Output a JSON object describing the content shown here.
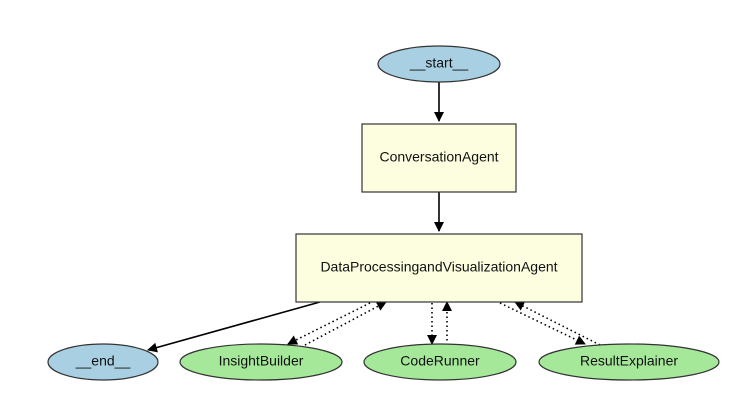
{
  "graph": {
    "nodes": {
      "start": {
        "label": "__start__",
        "shape": "ellipse",
        "fill": "#a9d0e2"
      },
      "conversation_agent": {
        "label": "ConversationAgent",
        "shape": "box",
        "fill": "#fdfde0"
      },
      "data_agent": {
        "label": "DataProcessingandVisualizationAgent",
        "shape": "box",
        "fill": "#fdfde0"
      },
      "end": {
        "label": "__end__",
        "shape": "ellipse",
        "fill": "#a9d0e2"
      },
      "insight_builder": {
        "label": "InsightBuilder",
        "shape": "ellipse",
        "fill": "#a6e89a"
      },
      "code_runner": {
        "label": "CodeRunner",
        "shape": "ellipse",
        "fill": "#a6e89a"
      },
      "result_explainer": {
        "label": "ResultExplainer",
        "shape": "ellipse",
        "fill": "#a6e89a"
      }
    },
    "edges": [
      {
        "from": "start",
        "to": "conversation_agent",
        "style": "solid"
      },
      {
        "from": "conversation_agent",
        "to": "data_agent",
        "style": "solid"
      },
      {
        "from": "data_agent",
        "to": "end",
        "style": "solid"
      },
      {
        "from": "data_agent",
        "to": "insight_builder",
        "style": "dotted"
      },
      {
        "from": "insight_builder",
        "to": "data_agent",
        "style": "dotted"
      },
      {
        "from": "data_agent",
        "to": "code_runner",
        "style": "dotted"
      },
      {
        "from": "code_runner",
        "to": "data_agent",
        "style": "dotted"
      },
      {
        "from": "data_agent",
        "to": "result_explainer",
        "style": "dotted"
      },
      {
        "from": "result_explainer",
        "to": "data_agent",
        "style": "dotted"
      }
    ],
    "colors": {
      "stroke": "#333333",
      "edge": "#000000"
    }
  }
}
